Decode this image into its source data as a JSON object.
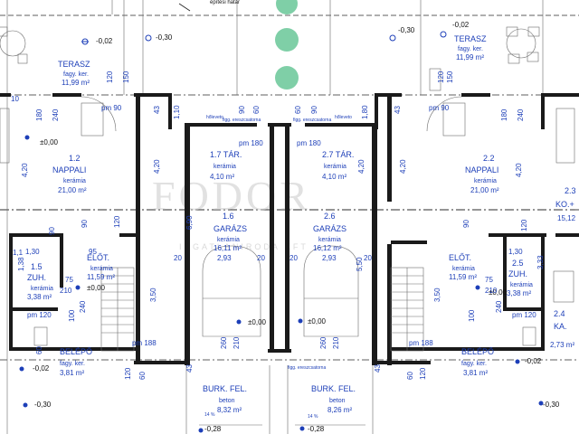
{
  "top_note": "építési határ",
  "watermark": {
    "brand": "FODOR",
    "tagline": "INGATLANIRODA KFT"
  },
  "rooms": {
    "terasz_left": {
      "name": "TERASZ",
      "material": "fagy. ker.",
      "area": "11,99 m²"
    },
    "terasz_right": {
      "name": "TERASZ",
      "material": "fagy. ker.",
      "area": "11,99 m²"
    },
    "nappali_left": {
      "num": "1.2",
      "name": "NAPPALI",
      "material": "kerámia",
      "area": "21,00 m²"
    },
    "nappali_right": {
      "num": "2.2",
      "name": "NAPPALI",
      "material": "kerámia",
      "area": "21,00 m²"
    },
    "tar_left": {
      "name": "1.7 TÁR.",
      "material": "kerámia",
      "area": "4,10 m²"
    },
    "tar_right": {
      "name": "2.7 TÁR.",
      "material": "kerámia",
      "area": "4,10 m²"
    },
    "garazs_left": {
      "num": "1.6",
      "name": "GARÁZS",
      "material": "kerámia",
      "area": "16,11 m²"
    },
    "garazs_right": {
      "num": "2.6",
      "name": "GARÁZS",
      "material": "kerámia",
      "area": "16,12 m²"
    },
    "elot_left": {
      "name": "ELŐT.",
      "material": "kerámia",
      "area": "11,59 m²"
    },
    "elot_right": {
      "name": "ELŐT.",
      "material": "kerámia",
      "area": "11,59 m²"
    },
    "zuh_left": {
      "num": "1.5",
      "name": "ZUH.",
      "material": "kerámia",
      "area": "3,38 m²"
    },
    "zuh_right": {
      "num": "2.5",
      "name": "ZUH.",
      "material": "kerámia",
      "area": "3,38 m²"
    },
    "belepo_left": {
      "name": "BELÉPŐ",
      "material": "fagy. ker.",
      "area": "3,81 m²"
    },
    "belepo_right": {
      "name": "BELÉPŐ",
      "material": "fagy. ker.",
      "area": "3,81 m²"
    },
    "burk_left": {
      "name": "BURK. FEL.",
      "material": "beton",
      "area": "8,32 m²"
    },
    "burk_right": {
      "name": "BURK. FEL.",
      "material": "beton",
      "area": "8,26 m²"
    },
    "ko_right": {
      "num": "2.3",
      "name": "KO.+",
      "area": "15,12"
    },
    "ka_right": {
      "num": "2.4",
      "name": "KA.",
      "area": "2,73 m²"
    }
  },
  "levels": {
    "l_m002": "-0,02",
    "l_m030": "-0,30",
    "l_p000": "±0,00",
    "l_m028": "-0,28"
  },
  "labels": {
    "pm90": "pm 90",
    "pm180": "pm 180",
    "pm120": "pm 120",
    "pm188": "pm 188",
    "holleveto": "hőleveto",
    "eresz": "figg. ereszcsatorna",
    "pct": "14 %"
  },
  "dims": {
    "d120": "120",
    "d150": "150",
    "d180": "180",
    "d240": "240",
    "d60": "60",
    "d43": "43",
    "d90": "90",
    "d420": "4,20",
    "d690": "6,90",
    "d293": "2,93",
    "d20": "20",
    "d550": "5,50",
    "d130": "1,30",
    "d138": "1,38",
    "d75": "75",
    "d210": "210",
    "d95": "95",
    "d10": "10",
    "d350": "3,50",
    "d100": "100",
    "d260": "260",
    "d333": "3,33",
    "d110": "1,10",
    "d180b": "1,80",
    "d15": "15",
    "d11": "1,1"
  }
}
